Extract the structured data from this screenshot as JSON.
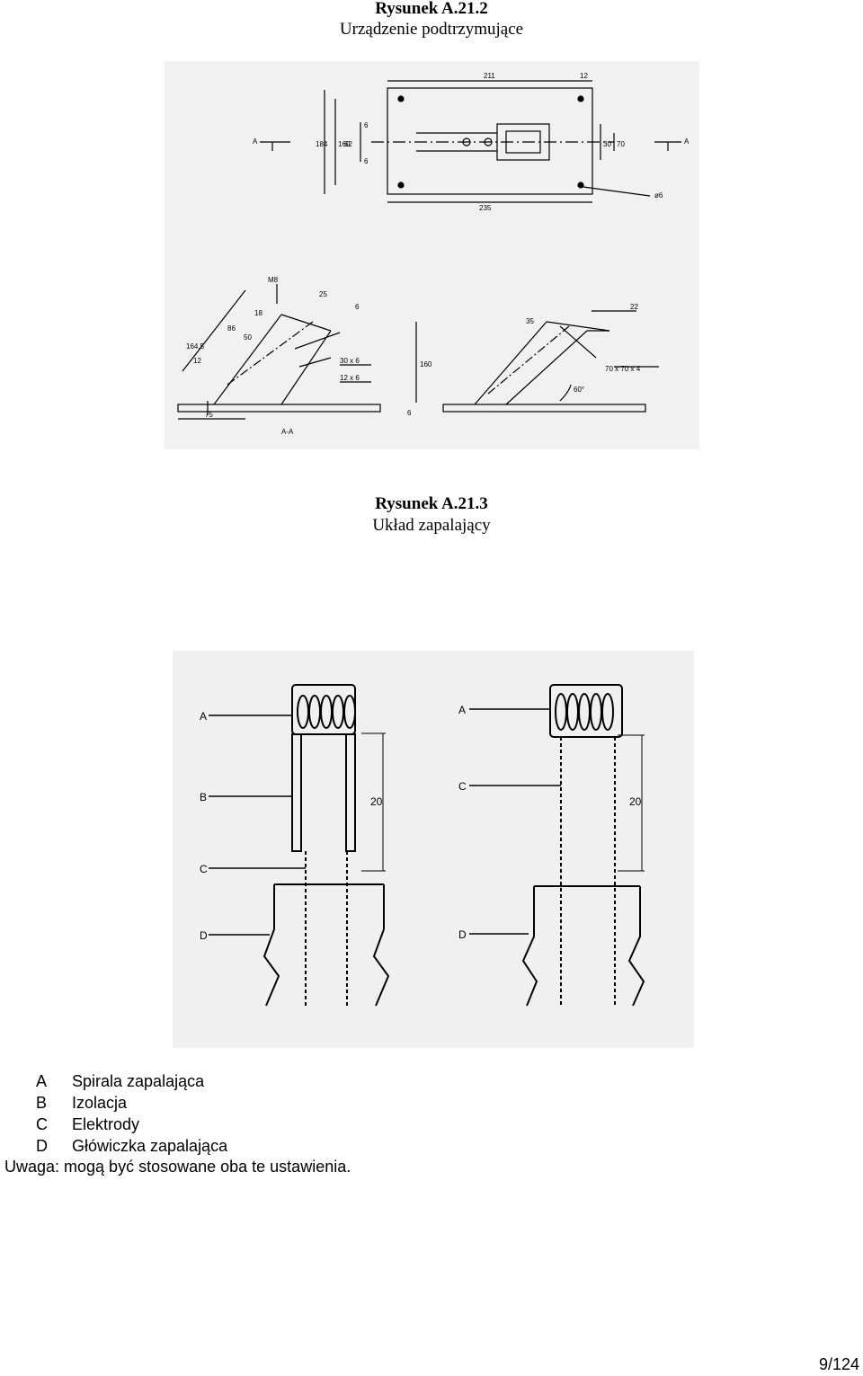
{
  "figure1": {
    "number": "Rysunek A.21.2",
    "title": "Urządzenie podtrzymujące",
    "dims": {
      "d211": "211",
      "d12": "12",
      "d184": "184",
      "d160": "160",
      "d62": "62",
      "d6a": "6",
      "d6b": "6",
      "d30": "30",
      "d70": "70",
      "dphi6": "ø6",
      "d235": "235",
      "secA1": "A",
      "secA2": "A",
      "secAA": "A-A",
      "m8": "M8",
      "d25": "25",
      "d6c": "6",
      "d86": "86",
      "d18": "18",
      "d50": "50",
      "d1645": "164,5",
      "d12b": "12",
      "d30x6": "30 x 6",
      "d12x6": "12 x 6",
      "d160b": "160",
      "d6d": "6",
      "d75": "75",
      "d35": "35",
      "d22": "22",
      "d70x70x4": "70 x 70 x 4",
      "d60deg": "60°"
    }
  },
  "figure2": {
    "number": "Rysunek A.21.3",
    "title": "Układ zapalający",
    "labels": {
      "a1": "A",
      "b1": "B",
      "c1": "C",
      "d1": "D",
      "a2": "A",
      "c2": "C",
      "d2": "D",
      "dim1": "20",
      "dim2": "20"
    }
  },
  "legend": [
    {
      "key": "A",
      "text": "Spirala zapalająca"
    },
    {
      "key": "B",
      "text": "Izolacja"
    },
    {
      "key": "C",
      "text": "Elektrody"
    },
    {
      "key": "D",
      "text": "Główiczka zapalająca"
    }
  ],
  "note": "Uwaga: mogą być stosowane oba te ustawienia.",
  "page_number": "9/124"
}
